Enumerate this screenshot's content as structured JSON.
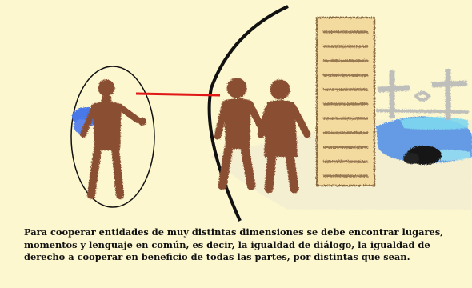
{
  "caption": "Para cooperar entidades de muy distintas dimensiones se debe encontrar lugares, momentos y lenguaje en común, es decir, la igualdad de diálogo, la igualdad de derecho a cooperar en beneficio de todas las partes, por distintas que sean.",
  "colors": {
    "background": "#fcf7cf",
    "figures": "#8a5032",
    "blue_patch": "#4a78e8",
    "connector_line": "#e01818",
    "boundary_arc": "#111111",
    "tower_fill": "#f3dba0",
    "caption_text": "#111111"
  },
  "icons": [
    "single-figure-in-ellipse",
    "pair-of-figures",
    "tall-tower",
    "gray-cross-structures",
    "blue-water",
    "black-rock"
  ]
}
